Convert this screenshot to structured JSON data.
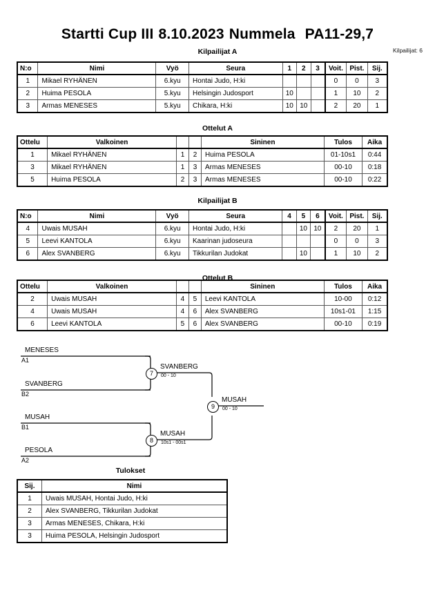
{
  "header": {
    "title_main": "Startti Cup III",
    "title_date": "8.10.2023",
    "title_place": "Nummela",
    "title_category": "PA11-29,7",
    "entrants_label": "Kilpailijat: 6"
  },
  "sections": {
    "pool_a_title": "Kilpailijat A",
    "matches_a_title": "Ottelut A",
    "pool_b_title": "Kilpailijat B",
    "matches_b_title": "Ottelut B",
    "results_title": "Tulokset"
  },
  "pool_headers": {
    "no": "N:o",
    "name": "Nimi",
    "belt": "Vyö",
    "club": "Seura",
    "wins": "Voit.",
    "points": "Pist.",
    "rank": "Sij."
  },
  "pool_a": {
    "opponent_cols": [
      "1",
      "2",
      "3"
    ],
    "rows": [
      {
        "no": "1",
        "name": "Mikael RYHÄNEN",
        "belt": "6.kyu",
        "club": "Hontai Judo, H:ki",
        "scores": [
          "",
          "",
          ""
        ],
        "wins": "0",
        "points": "0",
        "rank": "3"
      },
      {
        "no": "2",
        "name": "Huima PESOLA",
        "belt": "5.kyu",
        "club": "Helsingin Judosport",
        "scores": [
          "10",
          "",
          ""
        ],
        "wins": "1",
        "points": "10",
        "rank": "2"
      },
      {
        "no": "3",
        "name": "Armas MENESES",
        "belt": "5.kyu",
        "club": "Chikara, H:ki",
        "scores": [
          "10",
          "10",
          ""
        ],
        "wins": "2",
        "points": "20",
        "rank": "1"
      }
    ]
  },
  "pool_b": {
    "opponent_cols": [
      "4",
      "5",
      "6"
    ],
    "rows": [
      {
        "no": "4",
        "name": "Uwais MUSAH",
        "belt": "6.kyu",
        "club": "Hontai Judo, H:ki",
        "scores": [
          "",
          "10",
          "10"
        ],
        "wins": "2",
        "points": "20",
        "rank": "1"
      },
      {
        "no": "5",
        "name": "Leevi KANTOLA",
        "belt": "6.kyu",
        "club": "Kaarinan judoseura",
        "scores": [
          "",
          "",
          ""
        ],
        "wins": "0",
        "points": "0",
        "rank": "3"
      },
      {
        "no": "6",
        "name": "Alex SVANBERG",
        "belt": "6.kyu",
        "club": "Tikkurilan Judokat",
        "scores": [
          "",
          "10",
          ""
        ],
        "wins": "1",
        "points": "10",
        "rank": "2"
      }
    ]
  },
  "match_headers": {
    "match": "Ottelu",
    "white": "Valkoinen",
    "blue": "Sininen",
    "result": "Tulos",
    "time": "Aika"
  },
  "matches_a": [
    {
      "no": "1",
      "white": "Mikael RYHÄNEN",
      "white_no": "1",
      "blue_no": "2",
      "blue": "Huima PESOLA",
      "result": "01-10s1",
      "time": "0:44"
    },
    {
      "no": "3",
      "white": "Mikael RYHÄNEN",
      "white_no": "1",
      "blue_no": "3",
      "blue": "Armas MENESES",
      "result": "00-10",
      "time": "0:18"
    },
    {
      "no": "5",
      "white": "Huima PESOLA",
      "white_no": "2",
      "blue_no": "3",
      "blue": "Armas MENESES",
      "result": "00-10",
      "time": "0:22"
    }
  ],
  "matches_b": [
    {
      "no": "2",
      "white": "Uwais MUSAH",
      "white_no": "4",
      "blue_no": "5",
      "blue": "Leevi KANTOLA",
      "result": "10-00",
      "time": "0:12"
    },
    {
      "no": "4",
      "white": "Uwais MUSAH",
      "white_no": "4",
      "blue_no": "6",
      "blue": "Alex SVANBERG",
      "result": "10s1-01",
      "time": "1:15"
    },
    {
      "no": "6",
      "white": "Leevi KANTOLA",
      "white_no": "5",
      "blue_no": "6",
      "blue": "Alex SVANBERG",
      "result": "00-10",
      "time": "0:19"
    }
  ],
  "bracket": {
    "entries": [
      {
        "name": "MENESES",
        "seed": "A1"
      },
      {
        "name": "SVANBERG",
        "seed": "B2"
      },
      {
        "name": "MUSAH",
        "seed": "B1"
      },
      {
        "name": "PESOLA",
        "seed": "A2"
      }
    ],
    "semi_top": {
      "number": "7",
      "winner": "SVANBERG",
      "score": "00 - 10"
    },
    "semi_bottom": {
      "number": "8",
      "winner": "MUSAH",
      "score": "10s1 - 00s1"
    },
    "final": {
      "number": "9",
      "winner": "MUSAH",
      "score": "00 - 10"
    }
  },
  "results": {
    "headers": {
      "rank": "Sij.",
      "name": "Nimi"
    },
    "rows": [
      {
        "rank": "1",
        "name": "Uwais MUSAH, Hontai Judo, H:ki"
      },
      {
        "rank": "2",
        "name": "Alex SVANBERG, Tikkurilan Judokat"
      },
      {
        "rank": "3",
        "name": "Armas MENESES, Chikara, H:ki"
      },
      {
        "rank": "3",
        "name": "Huima PESOLA, Helsingin Judosport"
      }
    ]
  }
}
